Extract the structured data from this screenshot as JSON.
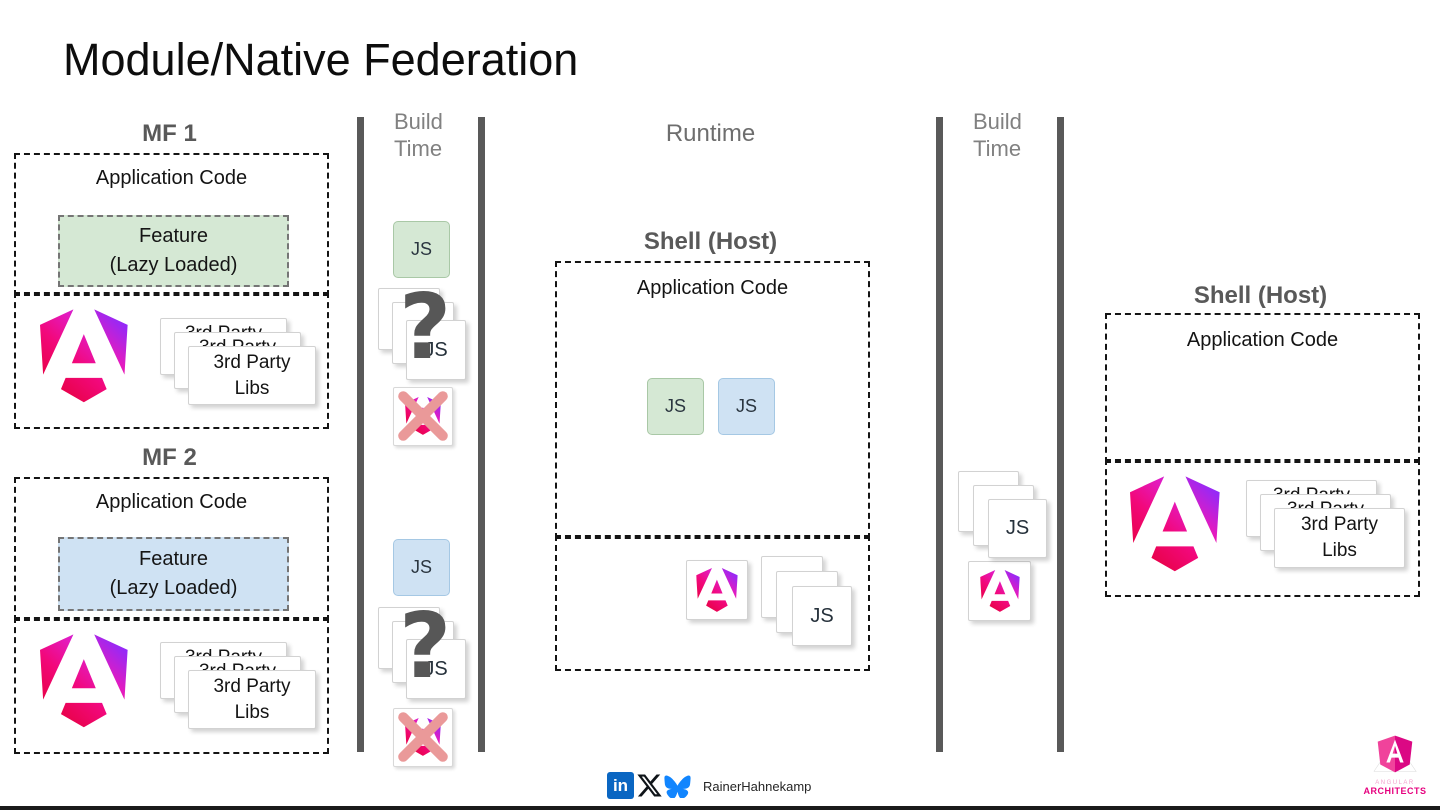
{
  "title": "Module/Native Federation",
  "labels": {
    "mf1": "MF 1",
    "mf2": "MF 2",
    "application_code": "Application Code",
    "feature_line1": "Feature",
    "feature_line2": "(Lazy Loaded)",
    "third_party": "3rd Party",
    "libs": "Libs",
    "js": "JS",
    "question_mark": "?",
    "build": "Build",
    "time": "Time",
    "runtime": "Runtime",
    "shell_host": "Shell (Host)"
  },
  "footer": {
    "linkedin_glyph": "in",
    "handle": "RainerHahnekamp"
  },
  "brand": {
    "line1": "ANGULAR",
    "line2": "ARCHITECTS"
  },
  "colors": {
    "feature_green": "#d5e8d4",
    "feature_blue": "#cfe2f3",
    "heading_gray": "#595959",
    "column_label_gray": "#818181",
    "timeline_bar_gray": "#595959",
    "cross_salmon": "#ea9999",
    "linkedin_blue": "#0a66c2",
    "bluesky_blue": "#1185fe",
    "x_logo_black": "#0f1419",
    "brand_magenta": "#e6007e",
    "angular_gradient_start": "#e40035",
    "angular_gradient_mid": "#f2087b",
    "angular_gradient_end": "#8a2bff"
  },
  "icons": {
    "angular_icon": "angular framework shield logo",
    "js_card": "javascript bundle square",
    "question_mark_icon": "unknown bundle question mark",
    "crossed_out_icon": "blocked angular bundle",
    "linkedin_icon": "linkedin",
    "x_icon": "x-twitter",
    "bluesky_icon": "bluesky butterfly",
    "brand_logo": "angular architects shield"
  }
}
